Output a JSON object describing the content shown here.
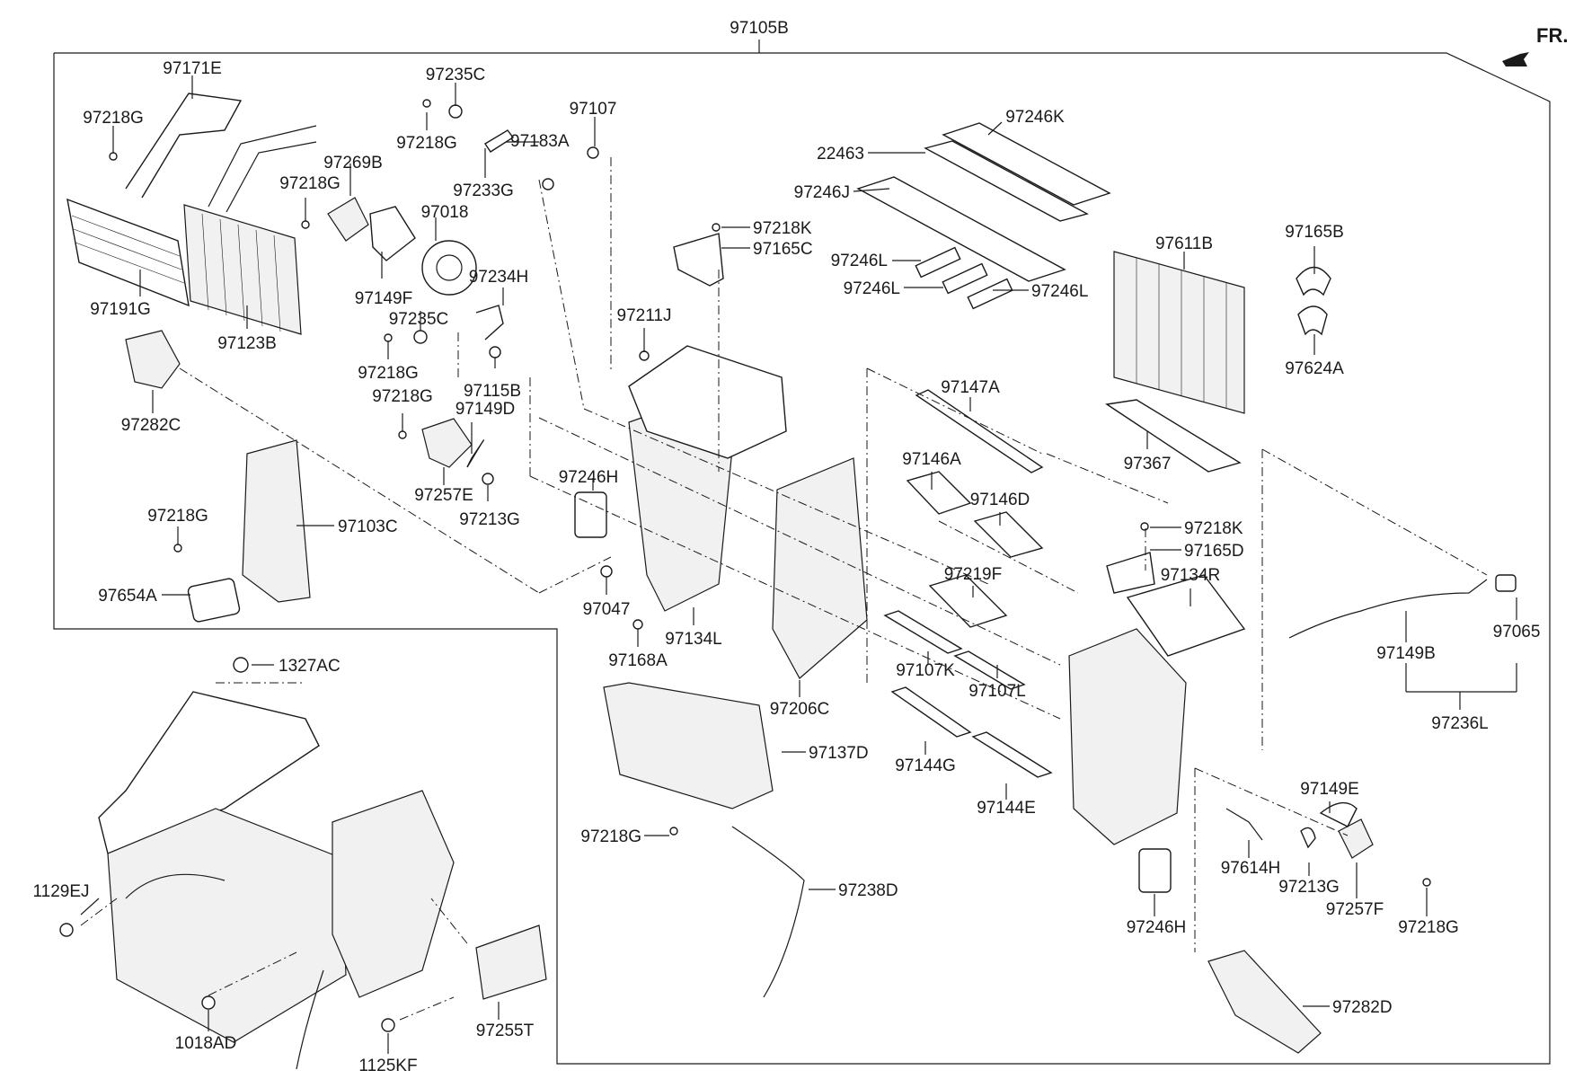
{
  "orientation": {
    "label": "FR.",
    "arrow_icon": "front-arrow-icon"
  },
  "callouts": {
    "p97105B": "97105B",
    "p97171E": "97171E",
    "p97218G_a": "97218G",
    "p97191G": "97191G",
    "p97123B": "97123B",
    "p97282C": "97282C",
    "p97235C_a": "97235C",
    "p97218G_b": "97218G",
    "p97269B": "97269B",
    "p97218G_c": "97218G",
    "p97149F": "97149F",
    "p97018": "97018",
    "p97233G": "97233G",
    "p97183A": "97183A",
    "p97107": "97107",
    "p97234H": "97234H",
    "p97235C_b": "97235C",
    "p97218G_d": "97218G",
    "p97115B": "97115B",
    "p97218G_e": "97218G",
    "p97149D": "97149D",
    "p97257E": "97257E",
    "p97213G_a": "97213G",
    "p97218G_f": "97218G",
    "p97103C": "97103C",
    "p97654A": "97654A",
    "p97246K": "97246K",
    "p22463": "22463",
    "p97246J": "97246J",
    "p97218K_a": "97218K",
    "p97165C": "97165C",
    "p97246L_a": "97246L",
    "p97246L_b": "97246L",
    "p97246L_c": "97246L",
    "p97211J": "97211J",
    "p97611B": "97611B",
    "p97165B": "97165B",
    "p97624A": "97624A",
    "p97147A": "97147A",
    "p97367": "97367",
    "p97146A": "97146A",
    "p97146D": "97146D",
    "p97246H_a": "97246H",
    "p97218K_b": "97218K",
    "p97165D": "97165D",
    "p97134R": "97134R",
    "p97219F": "97219F",
    "p97047": "97047",
    "p97134L": "97134L",
    "p97168A": "97168A",
    "p97107K": "97107K",
    "p97107L": "97107L",
    "p97206C": "97206C",
    "p97149B": "97149B",
    "p97065": "97065",
    "p97236L": "97236L",
    "p97137D": "97137D",
    "p97144G": "97144G",
    "p97144E": "97144E",
    "p97149E": "97149E",
    "p97218G_g": "97218G",
    "p97614H": "97614H",
    "p97213G_b": "97213G",
    "p97257F": "97257F",
    "p97218G_h": "97218G",
    "p97238D": "97238D",
    "p97246H_b": "97246H",
    "p1327AC": "1327AC",
    "p1129EJ": "1129EJ",
    "p97255T": "97255T",
    "p1018AD": "1018AD",
    "p1125KF": "1125KF",
    "p97282D": "97282D"
  }
}
